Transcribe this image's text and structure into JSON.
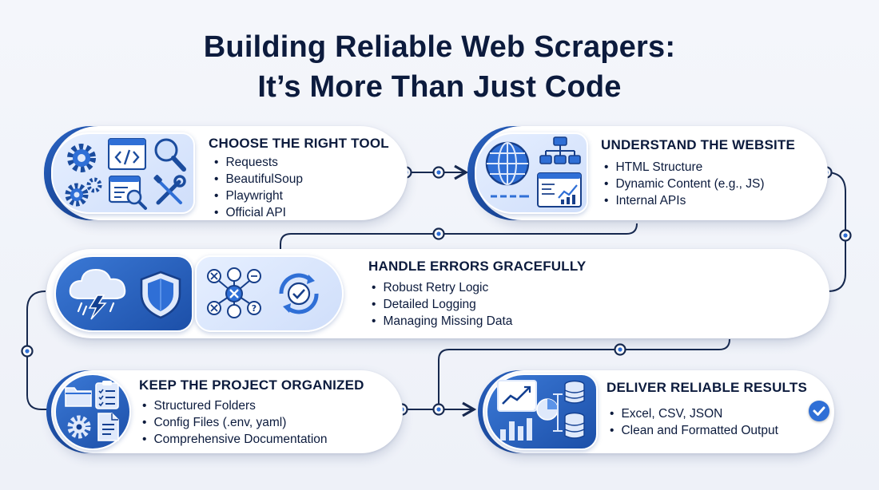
{
  "title": {
    "line1": "Building Reliable Web Scrapers:",
    "line2": "It’s More Than Just Code"
  },
  "steps": [
    {
      "title": "CHOOSE THE RIGHT TOOL",
      "items": [
        "Requests",
        "BeautifulSoup",
        "Playwright",
        "Official API"
      ],
      "icons": [
        "gears-icon",
        "code-window-icon",
        "magnifier-icon",
        "small-gears-icon",
        "web-page-search-icon",
        "wrench-screwdriver-icon"
      ]
    },
    {
      "title": "UNDERSTAND THE WEBSITE",
      "items": [
        "HTML Structure",
        "Dynamic Content (e.g., JS)",
        "Internal APIs"
      ],
      "icons": [
        "globe-icon",
        "sitemap-icon",
        "dashboard-window-icon"
      ]
    },
    {
      "title": "HANDLE ERRORS GRACEFULLY",
      "items": [
        "Robust Retry Logic",
        "Detailed Logging",
        "Managing Missing Data"
      ],
      "icons": [
        "storm-cloud-icon",
        "shield-icon",
        "error-network-icon",
        "retry-check-icon"
      ]
    },
    {
      "title": "KEEP THE PROJECT ORGANIZED",
      "items": [
        "Structured Folders",
        "Config Files (.env, yaml)",
        "Comprehensive Documentation"
      ],
      "icons": [
        "folder-icon",
        "checklist-icon",
        "gear-icon",
        "document-icon"
      ]
    },
    {
      "title": "DELIVER RELIABLE RESULTS",
      "items": [
        "Excel, CSV, JSON",
        "Clean and Formatted Output"
      ],
      "icons": [
        "chart-icon",
        "pie-chart-icon",
        "database-icon",
        "check-badge-icon"
      ]
    }
  ],
  "colors": {
    "navy": "#0c1b3d",
    "accent": "#2f6fd6",
    "deep_blue": "#123f91",
    "connector": "#17294f"
  }
}
